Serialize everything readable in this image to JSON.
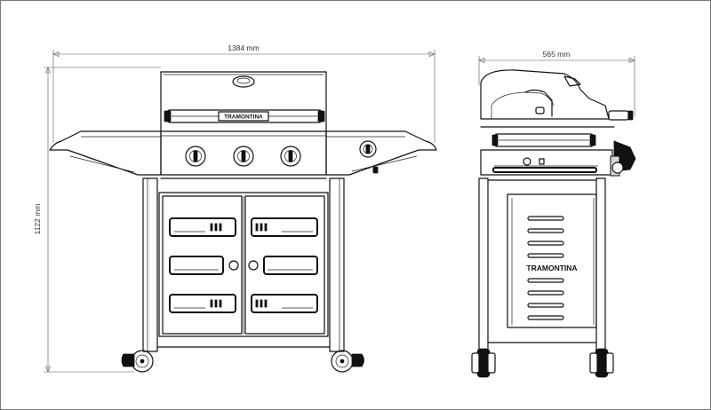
{
  "dimensions": {
    "width_front": "1384 mm",
    "height": "1122 mm",
    "depth_side": "565 mm"
  },
  "brand": {
    "lid_logo": "TRAMONTINA",
    "cabinet_logo": "TRAMONTINA"
  }
}
